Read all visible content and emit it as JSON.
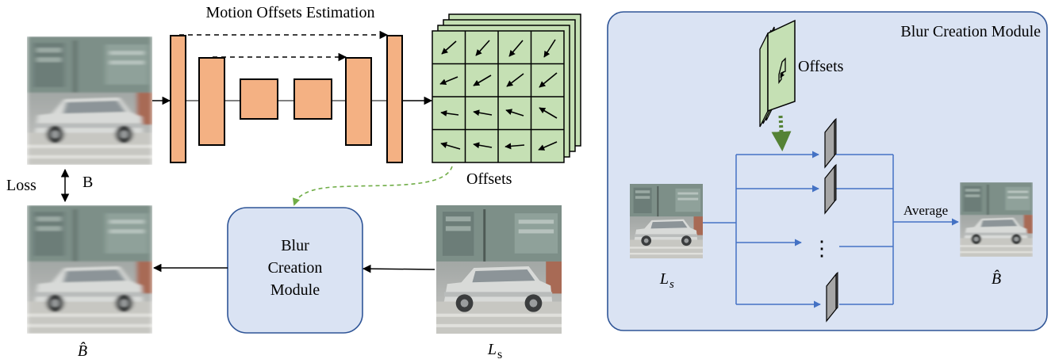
{
  "left": {
    "title": "Motion Offsets Estimation",
    "offsets_label": "Offsets",
    "loss_label": "Loss",
    "b_label": "B",
    "bhat_label": "B̂",
    "ls_label": "L",
    "ls_sub": "s",
    "module_line1": "Blur",
    "module_line2": "Creation",
    "module_line3": "Module"
  },
  "right": {
    "title": "Blur Creation Module",
    "offsets_label": "Offsets",
    "average_label": "Average",
    "ls_label": "L",
    "ls_sub": "s",
    "bhat_label": "B̂",
    "ellipsis": "⋮"
  },
  "colors": {
    "encoder_fill": "#f4b183",
    "grid_fill": "#c5e0b4",
    "module_fill": "#dae3f3",
    "panel_fill": "#dae3f3",
    "panel_stroke": "#2f5597",
    "blue_line": "#4472c4",
    "green_dash": "#70ad47",
    "dark_green_dash": "#548235"
  }
}
